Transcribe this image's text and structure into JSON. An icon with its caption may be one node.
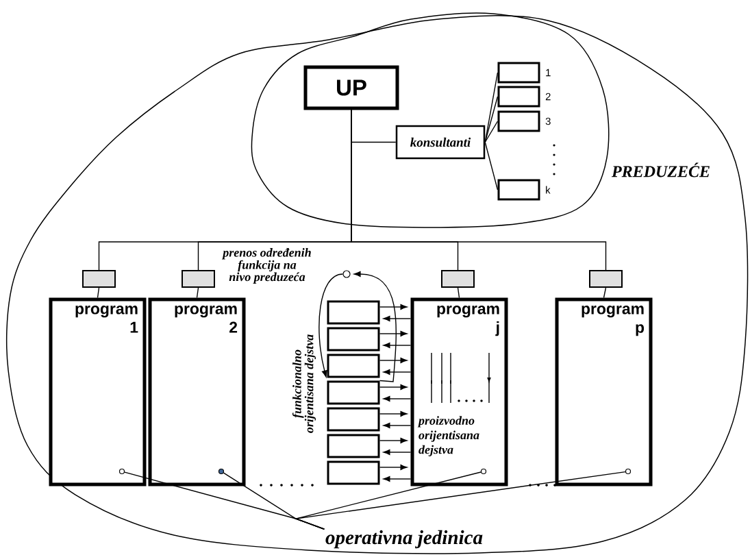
{
  "diagram": {
    "nodes": [
      {
        "text": [
          "PREDUZEĆE"
        ]
      },
      {
        "text": [],
        "shape": "cloud",
        "in": 0
      },
      {
        "text": [
          "UP"
        ],
        "in": 1
      },
      {
        "text": [
          "konsultanti"
        ],
        "in": 1
      },
      {
        "text": [],
        "shape": "box",
        "in": 1,
        "beside": [
          "1"
        ]
      },
      {
        "text": [],
        "shape": "box",
        "in": 1,
        "beside": [
          "2"
        ]
      },
      {
        "text": [],
        "shape": "box",
        "in": 1,
        "beside": [
          "3"
        ]
      },
      {
        "text": [],
        "shape": "box",
        "in": 1,
        "beside": [
          "k"
        ]
      },
      {
        "text": [],
        "shape": "box",
        "in": 0
      },
      {
        "text": [],
        "shape": "box",
        "in": 0
      },
      {
        "text": [],
        "shape": "box",
        "in": 0
      },
      {
        "text": [],
        "shape": "box",
        "in": 0
      },
      {
        "text": [
          "program 1"
        ],
        "in": 0
      },
      {
        "text": [
          "program 2"
        ],
        "in": 0
      },
      {
        "text": [
          "program j",
          "proizvodno orijentisana dejstva"
        ],
        "in": 0
      },
      {
        "text": [
          "program p"
        ],
        "in": 0
      },
      {
        "text": [],
        "shape": "box",
        "in": 0
      },
      {
        "text": [],
        "shape": "box",
        "in": 0
      },
      {
        "text": [],
        "shape": "box",
        "in": 0
      },
      {
        "text": [],
        "shape": "box",
        "in": 0
      },
      {
        "text": [],
        "shape": "box",
        "in": 0
      },
      {
        "text": [],
        "shape": "box",
        "in": 0
      },
      {
        "text": [],
        "shape": "box",
        "in": 0
      },
      {
        "text": [],
        "shape": "circle",
        "in": 0
      },
      {
        "text": [],
        "shape": "circle",
        "in": 12
      },
      {
        "text": [],
        "shape": "circle",
        "in": 13
      },
      {
        "text": [],
        "shape": "circle",
        "in": 14
      },
      {
        "text": [],
        "shape": "circle",
        "in": 15
      },
      {
        "text": [
          "operativna jedinica"
        ],
        "in": 0
      }
    ],
    "edges": [
      {
        "from": 2,
        "to": 3,
        "arrow": "none"
      },
      {
        "from": 2,
        "to": 8,
        "arrow": "none"
      },
      {
        "from": 2,
        "to": 9,
        "arrow": "none"
      },
      {
        "from": 2,
        "to": 10,
        "arrow": "none"
      },
      {
        "from": 2,
        "to": 11,
        "arrow": "none"
      },
      {
        "from": 3,
        "to": 4,
        "arrow": "none"
      },
      {
        "from": 3,
        "to": 5,
        "arrow": "none"
      },
      {
        "from": 3,
        "to": 6,
        "arrow": "none"
      },
      {
        "from": 3,
        "to": 7,
        "arrow": "none"
      },
      {
        "from": 8,
        "to": 12,
        "arrow": "none"
      },
      {
        "from": 9,
        "to": 13,
        "arrow": "none"
      },
      {
        "from": 10,
        "to": 14,
        "arrow": "none"
      },
      {
        "from": 11,
        "to": 15,
        "arrow": "none"
      },
      {
        "from": 16,
        "to": 14,
        "arrow": "to"
      },
      {
        "from": 14,
        "to": 16,
        "arrow": "to"
      },
      {
        "from": 17,
        "to": 14,
        "arrow": "to"
      },
      {
        "from": 14,
        "to": 17,
        "arrow": "to"
      },
      {
        "from": 18,
        "to": 14,
        "arrow": "to"
      },
      {
        "from": 14,
        "to": 18,
        "arrow": "to"
      },
      {
        "from": 19,
        "to": 14,
        "arrow": "to"
      },
      {
        "from": 14,
        "to": 19,
        "arrow": "to"
      },
      {
        "from": 20,
        "to": 14,
        "arrow": "to"
      },
      {
        "from": 14,
        "to": 20,
        "arrow": "to"
      },
      {
        "from": 21,
        "to": 14,
        "arrow": "to"
      },
      {
        "from": 14,
        "to": 21,
        "arrow": "to"
      },
      {
        "from": 22,
        "to": 14,
        "arrow": "to"
      },
      {
        "from": 14,
        "to": 22,
        "arrow": "to"
      },
      {
        "from": 19,
        "to": 23,
        "arrow": "to"
      },
      {
        "from": 23,
        "to": 19,
        "arrow": "to"
      },
      {
        "from": 28,
        "to": 24,
        "arrow": "none"
      },
      {
        "from": 28,
        "to": 25,
        "arrow": "none"
      },
      {
        "from": 28,
        "to": 26,
        "arrow": "none"
      },
      {
        "from": 28,
        "to": 27,
        "arrow": "none"
      }
    ],
    "labels": [
      "prenos određenih funkcija na nivo preduzeća",
      "funkcionalno orijentisana dejstva"
    ]
  }
}
